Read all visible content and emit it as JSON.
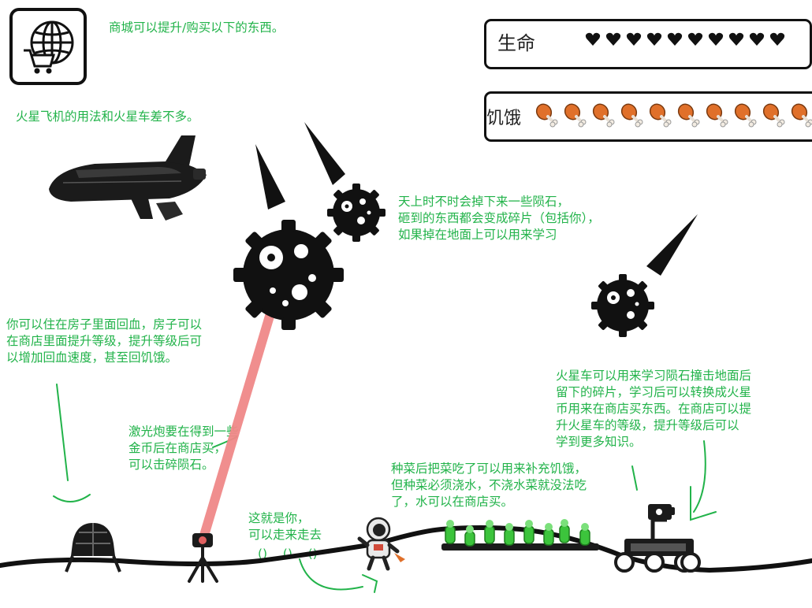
{
  "hud": {
    "life_label": "生命",
    "life_count": 10,
    "hunger_label": "饥饿",
    "hunger_count": 10
  },
  "notes": {
    "shop": "商城可以提升/购买以下的东西。",
    "plane": "火星飞机的用法和火星车差不多。",
    "meteor": "天上时不时会掉下来一些陨石，\n砸到的东西都会变成碎片（包括你），\n如果掉在地面上可以用来学习",
    "house": "你可以住在房子里面回血，房子可以\n在商店里面提升等级，提升等级后可\n以增加回血速度，甚至回饥饿。",
    "laser": "激光炮要在得到一些\n金币后在商店买，\n可以击碎陨石。",
    "player": "这就是你，\n可以走来走去",
    "player_marks": "()    ()    ()",
    "farm": "种菜后把菜吃了可以用来补充饥饿，\n但种菜必须浇水，不浇水菜就没法吃\n了，水可以在商店买。",
    "rover": "火星车可以用来学习陨石撞击地面后\n留下的碎片，学习后可以转换成火星\n币用来在商店买东西。在商店可以提\n升火星车的等级，提升等级后可以\n学到更多知识。"
  },
  "colors": {
    "note_green": "#22b34a",
    "laser_pink": "#f08888",
    "meat_orange": "#e0702a",
    "plant_green": "#3cc43c"
  },
  "icons": {
    "shop": "globe-cart-icon",
    "life": "heart-icon",
    "hunger": "drumstick-icon"
  }
}
